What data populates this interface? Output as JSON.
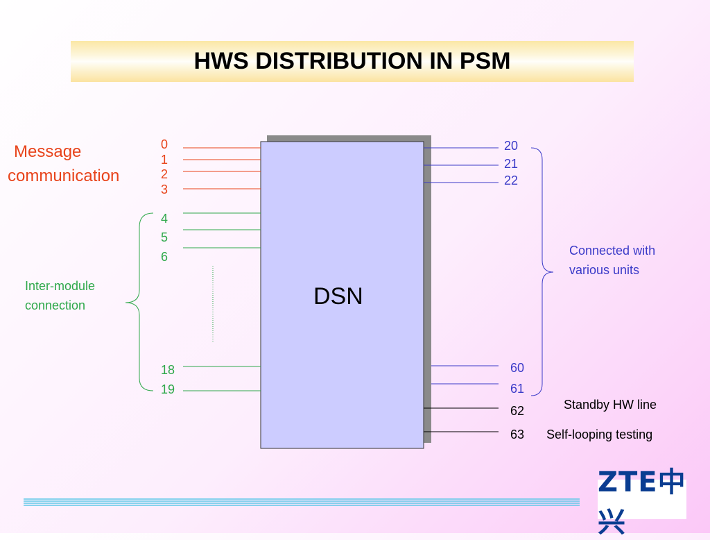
{
  "title": "HWS DISTRIBUTION IN PSM",
  "center_block": "DSN",
  "groups": {
    "message": {
      "label_line1": "Message",
      "label_line2": "communication",
      "ports": [
        "0",
        "1",
        "2",
        "3"
      ],
      "color": "#e8431a"
    },
    "inter_module": {
      "label_line1": "Inter-module",
      "label_line2": "connection",
      "ports_top": [
        "4",
        "5",
        "6"
      ],
      "ports_bottom": [
        "18",
        "19"
      ],
      "color": "#2ea84a"
    },
    "units": {
      "label_line1": "Connected with",
      "label_line2": "various units",
      "ports_top": [
        "20",
        "21",
        "22"
      ],
      "ports_bottom": [
        "60",
        "61"
      ],
      "color": "#3a3ac8"
    },
    "standby": {
      "port": "62",
      "label": "Standby HW line"
    },
    "self_loop": {
      "port": "63",
      "label": "Self-looping testing"
    }
  },
  "logo": {
    "text": "ZTE中兴",
    "color": "#0a3d91"
  }
}
